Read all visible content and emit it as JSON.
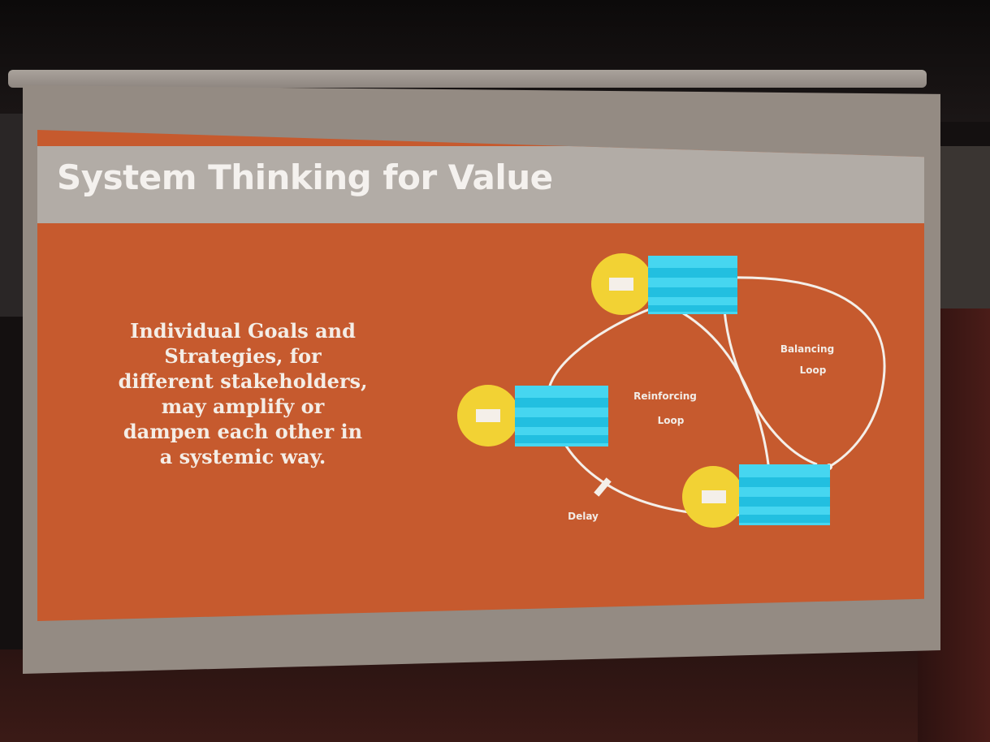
{
  "slide": {
    "title": "System Thinking for Value",
    "body_lines": [
      "Individual Goals and",
      "Strategies, for",
      "different stakeholders,",
      "may amplify or",
      "dampen each other in",
      "a systemic way."
    ]
  },
  "diagram": {
    "reinforcing_label_1": "Reinforcing",
    "reinforcing_label_2": "Loop",
    "balancing_label_1": "Balancing",
    "balancing_label_2": "Loop",
    "delay_label": "Delay"
  },
  "colors": {
    "slide_background": "#c65a2e",
    "title_bar": "#b2aca6",
    "node_circle": "#f2d234",
    "node_stripe_light": "#46d6f0",
    "node_stripe_dark": "#22bfe0"
  }
}
